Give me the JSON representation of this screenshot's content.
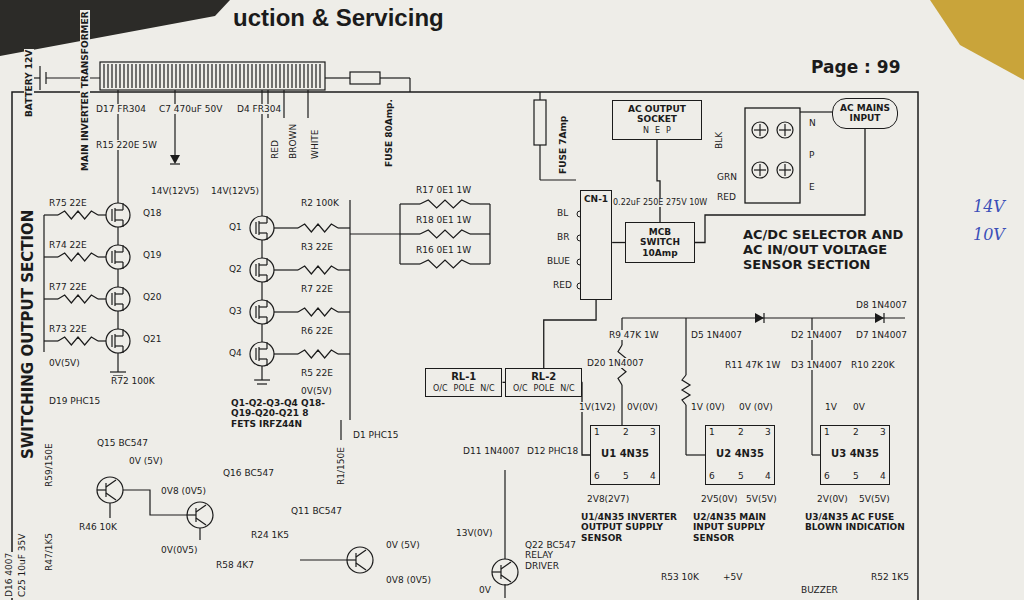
{
  "diagram": {
    "nodes": [
      {
        "text": [
          "U1 4N35"
        ]
      },
      {
        "text": [
          "U2 4N35"
        ]
      },
      {
        "text": [
          "U3 4N35"
        ]
      },
      {
        "text": [
          "RL-1",
          "O/C",
          "POLE",
          "N/C"
        ]
      },
      {
        "text": [
          "RL-2",
          "O/C",
          "POLE",
          "N/C"
        ]
      },
      {
        "text": [
          "CN-1"
        ]
      },
      {
        "text": [
          "AC OUTPUT SOCKET",
          "N",
          "E",
          "P"
        ]
      },
      {
        "text": [
          "MCB SWITCH 10Amp"
        ]
      },
      {
        "text": [
          "AC MAINS INPUT"
        ]
      }
    ],
    "edges": [
      {
        "from": 3,
        "to": 4,
        "arrow": "none"
      },
      {
        "from": 4,
        "to": 5,
        "arrow": "none"
      },
      {
        "from": 5,
        "to": 7,
        "arrow": "none"
      },
      {
        "from": 7,
        "to": 6,
        "arrow": "none"
      },
      {
        "from": 8,
        "to": 7,
        "arrow": "none"
      },
      {
        "from": 4,
        "to": 0,
        "arrow": "none"
      }
    ],
    "labels": [
      "uction & Servicing",
      "Page : 99",
      "BATTERY 12V",
      "MAIN INVERTER TRANSFORMER",
      "SWITCHING OUTPUT SECTION",
      "D17 FR304",
      "C7 470uF 50V",
      "D4 FR304",
      "R15 220E 5W",
      "14V(12V5)",
      "14V(12V5)",
      "Q18",
      "Q19",
      "Q20",
      "Q21",
      "Q1",
      "Q2",
      "Q3",
      "Q4",
      "R75 22E",
      "R74 22E",
      "R77 22E",
      "R73 22E",
      "0V(5V)",
      "R72 100K",
      "D19 PHC15",
      "R2 100K",
      "R3 22E",
      "R7 22E",
      "R6 22E",
      "R5 22E",
      "0V(5V)",
      "R59/150E",
      "Q15 BC547",
      "0V (5V)",
      "R47/1K5",
      "R46 10K",
      "Q16 BC547",
      "Q1-Q2-Q3-Q4 Q18-Q19-Q20-Q21 8 FETS IRFZ44N",
      "0V8 (0V5)",
      "0V(0V5)",
      "R58 4K7",
      "R1/150E",
      "D1 PHC15",
      "R24 1K5",
      "Q11 BC547",
      "0V (5V)",
      "0V8 (0V5)",
      "D16 4007",
      "C25 10uF 35V",
      "FUSE 80Amp.",
      "RED",
      "BROWN",
      "WHITE",
      "R17 0E1 1W",
      "R18 0E1 1W",
      "R16 0E1 1W",
      "FUSE 7Amp",
      "BL",
      "BR",
      "BLUE",
      "RED",
      "0.22uF 250E 275V 10W",
      "BLK",
      "GRN",
      "RED",
      "N",
      "P",
      "E",
      "AC/DC SELECTOR AND AC IN/OUT VOLTAGE SENSOR SECTION",
      "D8 1N4007",
      "D20 1N4007",
      "D11 1N4007",
      "D12 PHC18",
      "Q22 BC547 RELAY DRIVER",
      "13V(0V)",
      "0V",
      "R9 47K 1W",
      "1V(1V2)",
      "0V(0V)",
      "2V8(2V7)",
      "U1/4N35 INVERTER OUTPUT SUPPLY SENSOR",
      "D5 1N4007",
      "R11 47K 1W",
      "1V (0V)",
      "0V (0V)",
      "2V5(0V)",
      "5V(5V)",
      "U2/4N35 MAIN INPUT SUPPLY SENSOR",
      "R53 10K",
      "+5V",
      "D2 1N4007",
      "D7 1N4007",
      "D3 1N4007",
      "R10 220K",
      "1V",
      "0V",
      "2V(0V)",
      "5V(5V)",
      "U3/4N35 AC FUSE BLOWN INDICATION",
      "R52 1K5",
      "BUZZER",
      "14V",
      "10V",
      "1",
      "2",
      "3",
      "6",
      "5",
      "4",
      "1",
      "2",
      "3",
      "6",
      "5",
      "4",
      "1",
      "2",
      "3",
      "6",
      "5",
      "4"
    ]
  }
}
